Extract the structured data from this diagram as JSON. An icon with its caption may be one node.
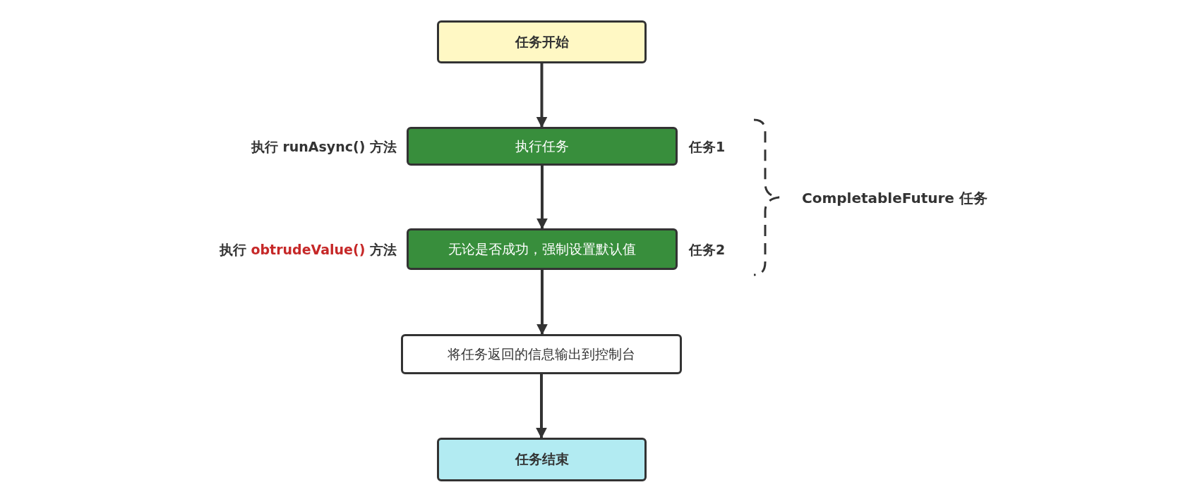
{
  "diagram": {
    "nodes": [
      {
        "text": [
          "任务开始"
        ]
      },
      {
        "text": [
          "执行任务"
        ],
        "beside": [
          "执行 runAsync() 方法",
          "任务1"
        ]
      },
      {
        "text": [
          "无论是否成功，强制设置默认值"
        ],
        "beside": [
          "执行 **obtrudeValue()** 方法",
          "任务2"
        ]
      },
      {
        "text": [
          "将任务返回的信息输出到控制台"
        ]
      },
      {
        "text": [
          "任务结束"
        ]
      }
    ],
    "edges": [
      {
        "from": 0,
        "to": 1,
        "arrow": "to"
      },
      {
        "from": 1,
        "to": 2,
        "arrow": "to"
      },
      {
        "from": 2,
        "to": 3,
        "arrow": "to"
      },
      {
        "from": 3,
        "to": 4,
        "arrow": "to"
      }
    ],
    "labels": [
      "CompletableFuture 任务"
    ]
  }
}
